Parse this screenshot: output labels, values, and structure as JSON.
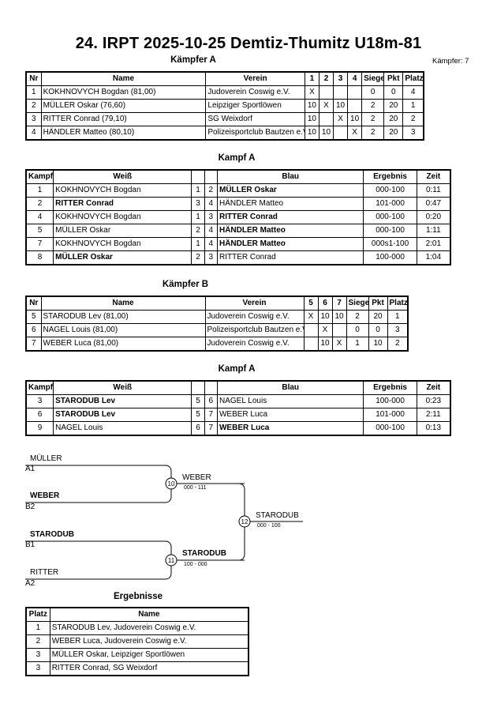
{
  "title": "24. IRPT  2025-10-25  Demtiz-Thumitz   U18m-81",
  "pool_a": {
    "heading": "Kämpfer A",
    "count_label": "Kämpfer: 7",
    "headers": [
      "Nr",
      "Name",
      "Verein",
      "1",
      "2",
      "3",
      "4",
      "Siege",
      "Pkt",
      "Platz"
    ],
    "rows": [
      [
        "1",
        "KOKHNOVYCH Bogdan  (81,00)",
        "Judoverein Coswig e.V.",
        "X",
        "",
        "",
        "",
        "0",
        "0",
        "4"
      ],
      [
        "2",
        "MÜLLER Oskar  (76,60)",
        "Leipziger Sportlöwen",
        "10",
        "X",
        "10",
        "",
        "2",
        "20",
        "1"
      ],
      [
        "3",
        "RITTER Conrad  (79,10)",
        "SG Weixdorf",
        "10",
        "",
        "X",
        "10",
        "2",
        "20",
        "2"
      ],
      [
        "4",
        "HÄNDLER Matteo  (80,10)",
        "Polizeisportclub Bautzen e.V.",
        "10",
        "10",
        "",
        "X",
        "2",
        "20",
        "3"
      ]
    ]
  },
  "bouts_a": {
    "heading": "Kampf A",
    "headers": [
      "Kampf",
      "Weiß",
      "",
      "",
      "Blau",
      "Ergebnis",
      "Zeit"
    ],
    "rows": [
      {
        "kampf": "1",
        "weiss": "KOKHNOVYCH Bogdan",
        "w_bold": false,
        "n1": "1",
        "n2": "2",
        "blau": "MÜLLER Oskar",
        "b_bold": true,
        "ergebnis": "000-100",
        "zeit": "0:11"
      },
      {
        "kampf": "2",
        "weiss": "RITTER Conrad",
        "w_bold": true,
        "n1": "3",
        "n2": "4",
        "blau": "HÄNDLER Matteo",
        "b_bold": false,
        "ergebnis": "101-000",
        "zeit": "0:47"
      },
      {
        "kampf": "4",
        "weiss": "KOKHNOVYCH Bogdan",
        "w_bold": false,
        "n1": "1",
        "n2": "3",
        "blau": "RITTER Conrad",
        "b_bold": true,
        "ergebnis": "000-100",
        "zeit": "0:20"
      },
      {
        "kampf": "5",
        "weiss": "MÜLLER Oskar",
        "w_bold": false,
        "n1": "2",
        "n2": "4",
        "blau": "HÄNDLER Matteo",
        "b_bold": true,
        "ergebnis": "000-100",
        "zeit": "1:11"
      },
      {
        "kampf": "7",
        "weiss": "KOKHNOVYCH Bogdan",
        "w_bold": false,
        "n1": "1",
        "n2": "4",
        "blau": "HÄNDLER Matteo",
        "b_bold": true,
        "ergebnis": "000s1-100",
        "zeit": "2:01"
      },
      {
        "kampf": "8",
        "weiss": "MÜLLER Oskar",
        "w_bold": true,
        "n1": "2",
        "n2": "3",
        "blau": "RITTER Conrad",
        "b_bold": false,
        "ergebnis": "100-000",
        "zeit": "1:04"
      }
    ]
  },
  "pool_b": {
    "heading": "Kämpfer B",
    "headers": [
      "Nr",
      "Name",
      "Verein",
      "5",
      "6",
      "7",
      "Siege",
      "Pkt",
      "Platz"
    ],
    "rows": [
      [
        "5",
        "STARODUB Lev  (81,00)",
        "Judoverein Coswig e.V.",
        "X",
        "10",
        "10",
        "2",
        "20",
        "1"
      ],
      [
        "6",
        "NAGEL Louis  (81,00)",
        "Polizeisportclub Bautzen e.V.",
        "",
        "X",
        "",
        "0",
        "0",
        "3"
      ],
      [
        "7",
        "WEBER Luca  (81,00)",
        "Judoverein Coswig e.V.",
        "",
        "10",
        "X",
        "1",
        "10",
        "2"
      ]
    ]
  },
  "bouts_b": {
    "heading": "Kampf A",
    "headers": [
      "Kampf",
      "Weiß",
      "",
      "",
      "Blau",
      "Ergebnis",
      "Zeit"
    ],
    "rows": [
      {
        "kampf": "3",
        "weiss": "STARODUB Lev",
        "w_bold": true,
        "n1": "5",
        "n2": "6",
        "blau": "NAGEL Louis",
        "b_bold": false,
        "ergebnis": "100-000",
        "zeit": "0:23"
      },
      {
        "kampf": "6",
        "weiss": "STARODUB Lev",
        "w_bold": true,
        "n1": "5",
        "n2": "7",
        "blau": "WEBER Luca",
        "b_bold": false,
        "ergebnis": "101-000",
        "zeit": "2:11"
      },
      {
        "kampf": "9",
        "weiss": "NAGEL Louis",
        "w_bold": false,
        "n1": "6",
        "n2": "7",
        "blau": "WEBER Luca",
        "b_bold": true,
        "ergebnis": "000-100",
        "zeit": "0:13"
      }
    ]
  },
  "bracket": {
    "m10": {
      "top_name": "MÜLLER",
      "top_seed": "A1",
      "bottom_name": "WEBER",
      "bottom_seed": "B2",
      "number": "10",
      "winner": "WEBER",
      "score": "000 - 111"
    },
    "m11": {
      "top_name": "STARODUB",
      "top_seed": "B1",
      "bottom_name": "RITTER",
      "bottom_seed": "A2",
      "number": "11",
      "winner": "STARODUB",
      "score": "100 - 000"
    },
    "m12": {
      "number": "12",
      "winner": "STARODUB",
      "score": "000 - 100"
    }
  },
  "results": {
    "heading": "Ergebnisse",
    "headers": [
      "Platz",
      "Name"
    ],
    "rows": [
      [
        "1",
        "STARODUB Lev, Judoverein Coswig e.V."
      ],
      [
        "2",
        "WEBER Luca, Judoverein Coswig e.V."
      ],
      [
        "3",
        "MÜLLER Oskar, Leipziger Sportlöwen"
      ],
      [
        "3",
        "RITTER Conrad, SG Weixdorf"
      ]
    ]
  }
}
